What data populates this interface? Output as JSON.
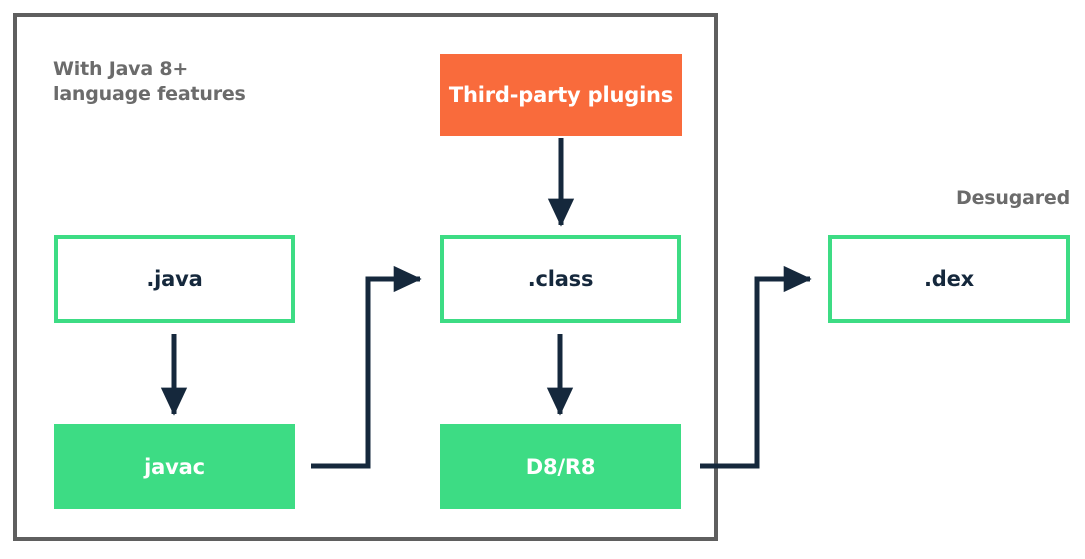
{
  "diagram": {
    "title_annotation": "With Java 8+\nlanguage features",
    "right_annotation": "Desugared",
    "nodes": {
      "plugins": {
        "label": "Third-party plugins",
        "color": "#f96b3c",
        "style": "filled"
      },
      "java": {
        "label": ".java",
        "color": "#3ddc84",
        "style": "outline"
      },
      "javac": {
        "label": "javac",
        "color": "#3ddc84",
        "style": "filled"
      },
      "klass": {
        "label": ".class",
        "color": "#3ddc84",
        "style": "outline"
      },
      "d8r8": {
        "label": "D8/R8",
        "color": "#3ddc84",
        "style": "filled"
      },
      "dex": {
        "label": ".dex",
        "color": "#3ddc84",
        "style": "outline"
      }
    },
    "colors": {
      "group_border": "#5f5f5f",
      "annotation_text": "#6b6b6b",
      "arrow": "#15283c",
      "green": "#3ddc84",
      "orange": "#f96b3c",
      "node_text_dark": "#15283c",
      "node_text_light": "#ffffff",
      "background": "#ffffff"
    },
    "edges": [
      {
        "name": "plugins-to-class",
        "from": "plugins",
        "to": "klass",
        "shape": "straight-down"
      },
      {
        "name": "java-to-javac",
        "from": "java",
        "to": "javac",
        "shape": "straight-down"
      },
      {
        "name": "javac-to-class",
        "from": "javac",
        "to": "klass",
        "shape": "elbow-right-up-right"
      },
      {
        "name": "class-to-d8r8",
        "from": "klass",
        "to": "d8r8",
        "shape": "straight-down"
      },
      {
        "name": "d8r8-to-dex",
        "from": "d8r8",
        "to": "dex",
        "shape": "elbow-right-up-right"
      }
    ]
  }
}
